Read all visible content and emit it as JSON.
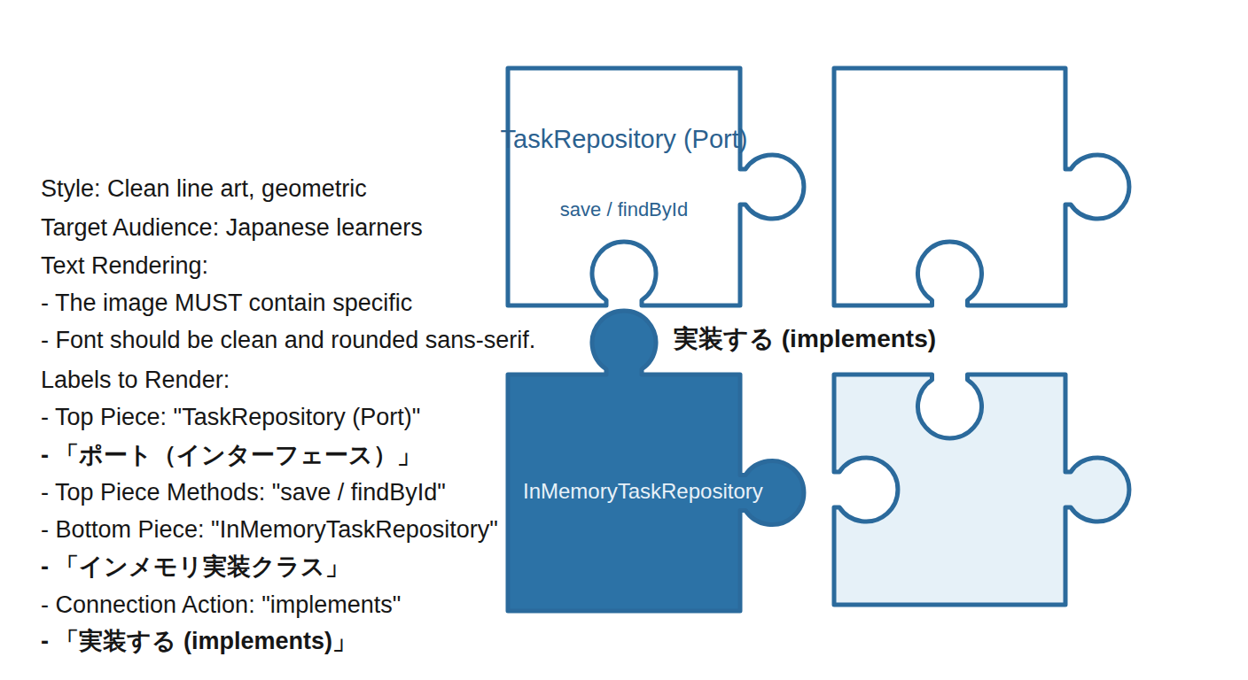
{
  "diagram": {
    "nodes": [
      {
        "text": [
          "TaskRepository (Port)",
          "save / findById"
        ]
      },
      {
        "text": [
          "InMemoryTaskRepository"
        ]
      }
    ],
    "labels": [
      "Style: Clean line art, geometric",
      "Target Audience: Japanese learners",
      "Text Rendering:",
      "- The image MUST contain specific",
      "- Font should be clean and rounded sans-serif.",
      "Labels to Render:",
      "- Top Piece: \"TaskRepository (Port)\"",
      "- 「ポート（インターフェース）」",
      "- Top Piece Methods: \"save / findById\"",
      "- Bottom Piece: \"InMemoryTaskRepository\"",
      "- 「インメモリ実装クラス」",
      "- Connection Action: \"implements\"",
      "- 「実装する (implements)」",
      "実装する (implements)"
    ]
  }
}
